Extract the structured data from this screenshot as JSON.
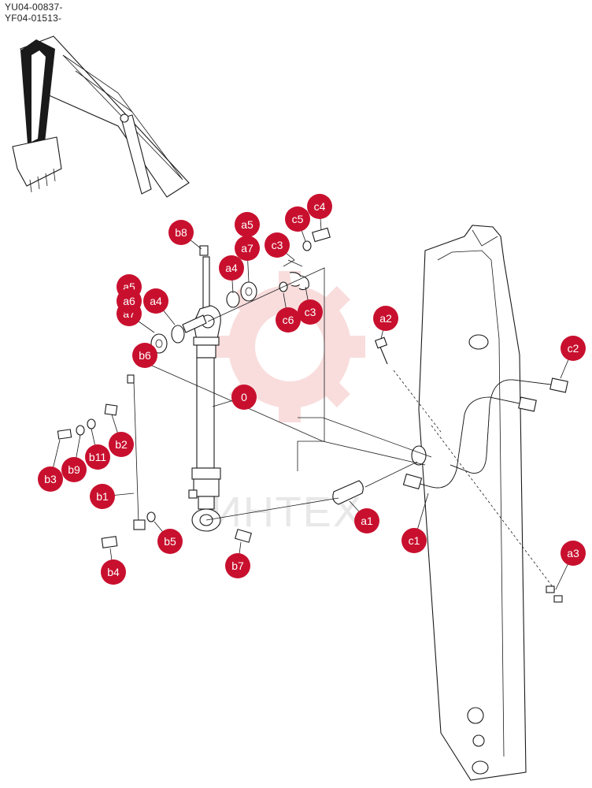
{
  "header": {
    "line1": "YU04-00837-",
    "line2": "YF04-01513-"
  },
  "watermark": {
    "text": "ИНТЕХ",
    "color": "#f3b6b6"
  },
  "colors": {
    "callout": "#c8102e",
    "callout_text": "#ffffff",
    "lines": "#1a1a1a"
  },
  "callouts": [
    {
      "id": "b8",
      "label": "b8"
    },
    {
      "id": "a5",
      "label": "a5"
    },
    {
      "id": "a7",
      "label": "a7"
    },
    {
      "id": "c5",
      "label": "c5"
    },
    {
      "id": "c4",
      "label": "c4"
    },
    {
      "id": "c3-top",
      "label": "c3"
    },
    {
      "id": "a4-right",
      "label": "a4"
    },
    {
      "id": "a5-left",
      "label": "a5"
    },
    {
      "id": "a6",
      "label": "a6"
    },
    {
      "id": "a4-left",
      "label": "a4"
    },
    {
      "id": "a7-left",
      "label": "a7"
    },
    {
      "id": "c6",
      "label": "c6"
    },
    {
      "id": "c3-bottom",
      "label": "c3"
    },
    {
      "id": "a2",
      "label": "a2"
    },
    {
      "id": "c2",
      "label": "c2"
    },
    {
      "id": "b6",
      "label": "b6"
    },
    {
      "id": "0",
      "label": "0"
    },
    {
      "id": "b2",
      "label": "b2"
    },
    {
      "id": "b11",
      "label": "b11"
    },
    {
      "id": "b9",
      "label": "b9"
    },
    {
      "id": "b3",
      "label": "b3"
    },
    {
      "id": "b1",
      "label": "b1"
    },
    {
      "id": "a1",
      "label": "a1"
    },
    {
      "id": "c1",
      "label": "c1"
    },
    {
      "id": "b5",
      "label": "b5"
    },
    {
      "id": "b7",
      "label": "b7"
    },
    {
      "id": "b4",
      "label": "b4"
    },
    {
      "id": "a3",
      "label": "a3"
    }
  ]
}
